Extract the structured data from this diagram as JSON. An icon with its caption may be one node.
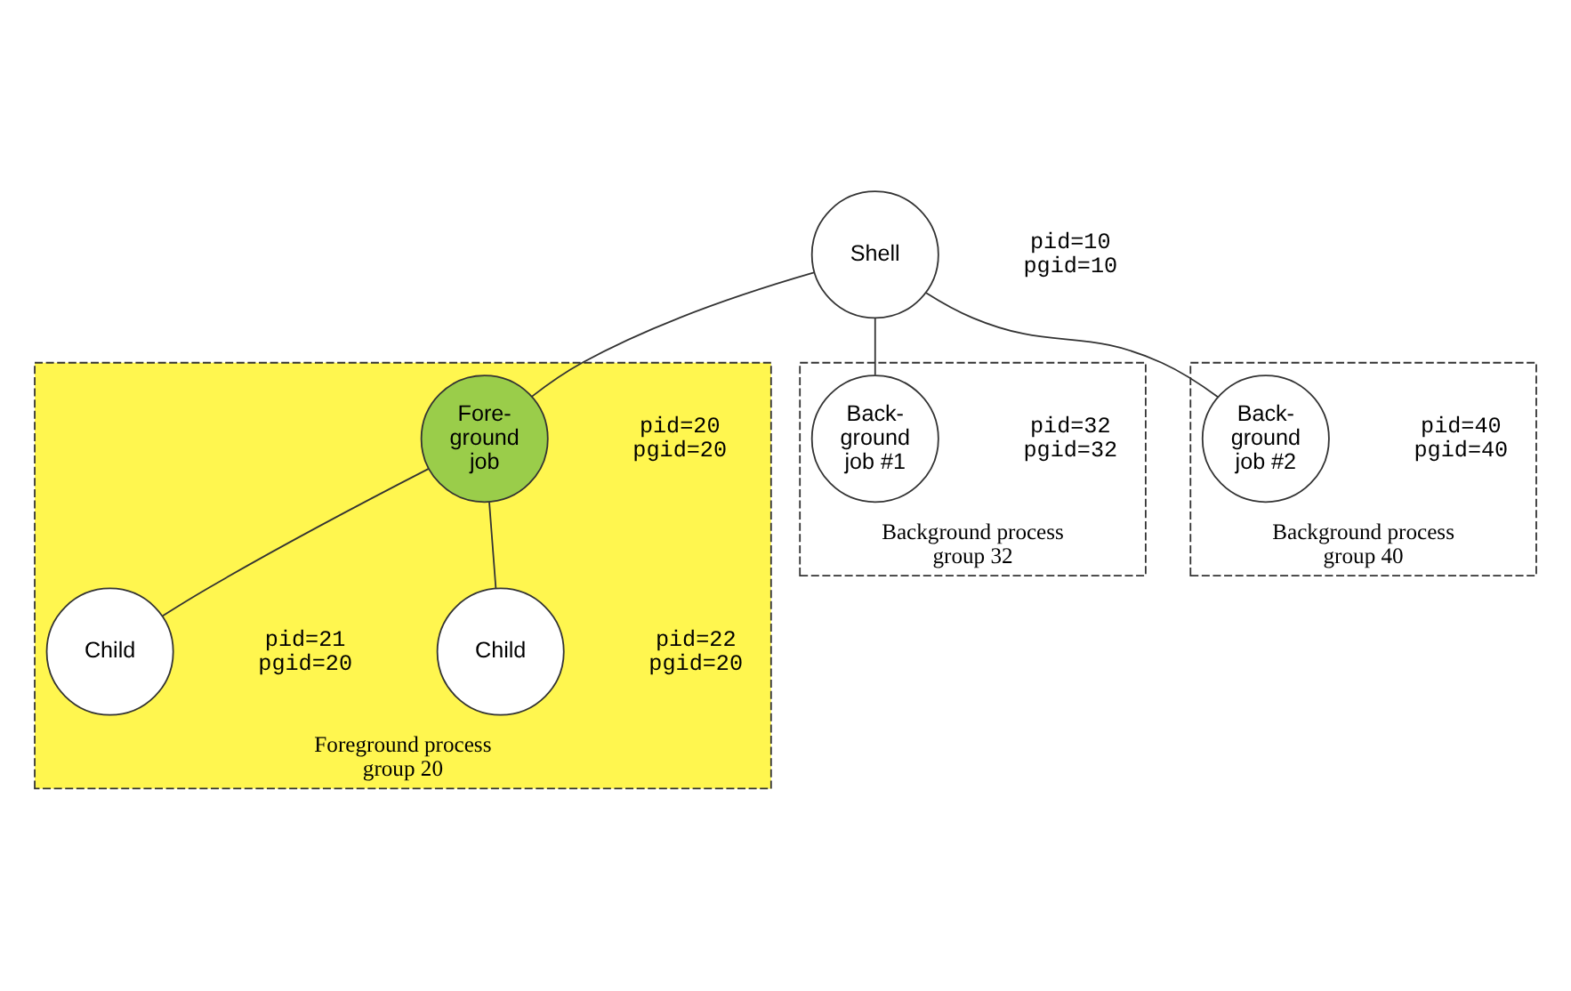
{
  "diagram": {
    "nodes": [
      {
        "text": [
          "Shell"
        ],
        "beside": [
          "pid=10",
          "pgid=10"
        ]
      },
      {
        "text": [
          "Foreground process group 20"
        ]
      },
      {
        "text": [
          "Fore- ground job"
        ],
        "in": 1,
        "beside": [
          "pid=20",
          "pgid=20"
        ]
      },
      {
        "text": [
          "Child"
        ],
        "in": 1,
        "beside": [
          "pid=21",
          "pgid=20"
        ]
      },
      {
        "text": [
          "Child"
        ],
        "in": 1,
        "beside": [
          "pid=22",
          "pgid=20"
        ]
      },
      {
        "text": [
          "Background process group 32"
        ]
      },
      {
        "text": [
          "Back- ground job #1"
        ],
        "in": 5,
        "beside": [
          "pid=32",
          "pgid=32"
        ]
      },
      {
        "text": [
          "Background process group 40"
        ]
      },
      {
        "text": [
          "Back- ground job #2"
        ],
        "in": 7,
        "beside": [
          "pid=40",
          "pgid=40"
        ]
      }
    ],
    "edges": [
      {
        "from": 0,
        "to": 2,
        "arrow": "none"
      },
      {
        "from": 0,
        "to": 6,
        "arrow": "none"
      },
      {
        "from": 0,
        "to": 8,
        "arrow": "none"
      },
      {
        "from": 2,
        "to": 3,
        "arrow": "none"
      },
      {
        "from": 2,
        "to": 4,
        "arrow": "none"
      }
    ]
  }
}
